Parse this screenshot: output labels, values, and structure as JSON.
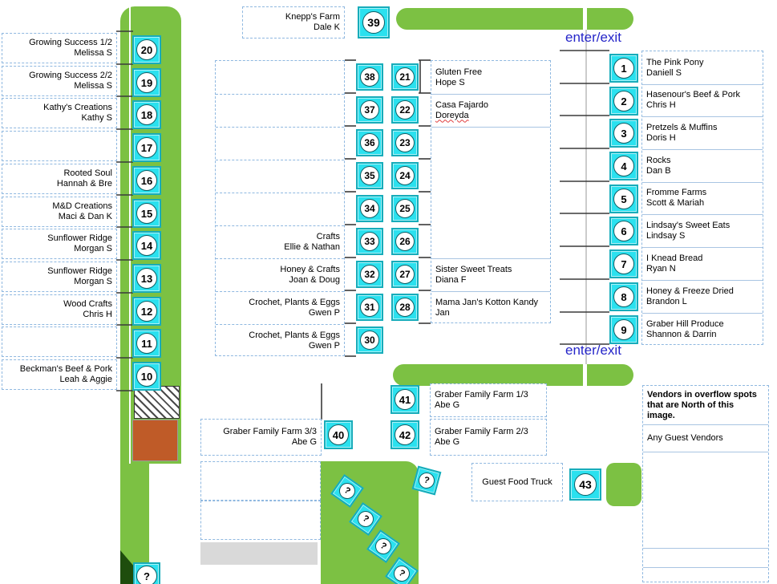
{
  "colors": {
    "green": "#7cc143",
    "cyan_stall": "#2be1ef",
    "brown_block": "#bf5b28",
    "enter_exit_blue": "#2626c9",
    "dashed_border_blue": "#8fb8e0"
  },
  "labels": {
    "enter_exit": "enter/exit",
    "question_mark": "?"
  },
  "left_rows": [
    {
      "num": "20",
      "name": "Growing Success 1/2",
      "person": "Melissa S"
    },
    {
      "num": "19",
      "name": "Growing Success 2/2",
      "person": "Melissa S"
    },
    {
      "num": "18",
      "name": "Kathy's Creations",
      "person": "Kathy S"
    },
    {
      "num": "17",
      "name": "",
      "person": ""
    },
    {
      "num": "16",
      "name": "Rooted Soul",
      "person": "Hannah & Bre"
    },
    {
      "num": "15",
      "name": "M&D Creations",
      "person": "Maci & Dan K"
    },
    {
      "num": "14",
      "name": "Sunflower Ridge",
      "person": "Morgan S"
    },
    {
      "num": "13",
      "name": "Sunflower Ridge",
      "person": "Morgan S"
    },
    {
      "num": "12",
      "name": "Wood Crafts",
      "person": "Chris H"
    },
    {
      "num": "11",
      "name": "",
      "person": ""
    },
    {
      "num": "10",
      "name": "Beckman's Beef & Pork",
      "person": "Leah & Aggie"
    }
  ],
  "knepp": {
    "num": "39",
    "name": "Knepp's Farm",
    "person": "Dale K"
  },
  "mid": {
    "left_numbers": [
      "38",
      "37",
      "36",
      "35",
      "34",
      "33",
      "32",
      "31",
      "30"
    ],
    "right_numbers": [
      "21",
      "22",
      "23",
      "24",
      "25",
      "26",
      "27",
      "28"
    ],
    "left_labels": [
      {
        "name": "Crafts",
        "person": "Ellie & Nathan"
      },
      {
        "name": "Honey & Crafts",
        "person": "Joan & Doug"
      },
      {
        "name": "Crochet, Plants & Eggs",
        "person": "Gwen P"
      },
      {
        "name": "Crochet, Plants & Eggs",
        "person": "Gwen P"
      }
    ],
    "right_labels": [
      {
        "name": "Gluten Free",
        "person": "Hope S"
      },
      {
        "name": "Casa Fajardo",
        "person": "Doreyda"
      },
      {
        "name": "Sister Sweet Treats",
        "person": "Diana F"
      },
      {
        "name": "Mama Jan's Kotton Kandy",
        "person": "Jan"
      }
    ]
  },
  "right_rows": [
    {
      "num": "1",
      "name": "The Pink Pony",
      "person": "Daniell S"
    },
    {
      "num": "2",
      "name": "Hasenour's Beef & Pork",
      "person": "Chris H"
    },
    {
      "num": "3",
      "name": "Pretzels & Muffins",
      "person": "Doris H"
    },
    {
      "num": "4",
      "name": "Rocks",
      "person": "Dan B"
    },
    {
      "num": "5",
      "name": "Fromme Farms",
      "person": "Scott & Mariah"
    },
    {
      "num": "6",
      "name": "Lindsay's Sweet Eats",
      "person": "Lindsay S"
    },
    {
      "num": "7",
      "name": "I Knead Bread",
      "person": "Ryan N"
    },
    {
      "num": "8",
      "name": "Honey & Freeze Dried",
      "person": "Brandon L"
    },
    {
      "num": "9",
      "name": "Graber Hill Produce",
      "person": "Shannon & Darrin"
    }
  ],
  "bottom": {
    "graber1": {
      "num": "41",
      "name": "Graber Family Farm 1/3",
      "person": "Abe G"
    },
    "graber2": {
      "num": "42",
      "name": "Graber Family Farm 2/3",
      "person": "Abe G"
    },
    "graber3": {
      "num": "40",
      "name": "Graber Family Farm 3/3",
      "person": "Abe G"
    },
    "guest_food_truck": "Guest Food Truck",
    "num43": "43"
  },
  "overflow": {
    "title": "Vendors in overflow spots that are North of this image.",
    "any_guest": "Any Guest Vendors"
  }
}
